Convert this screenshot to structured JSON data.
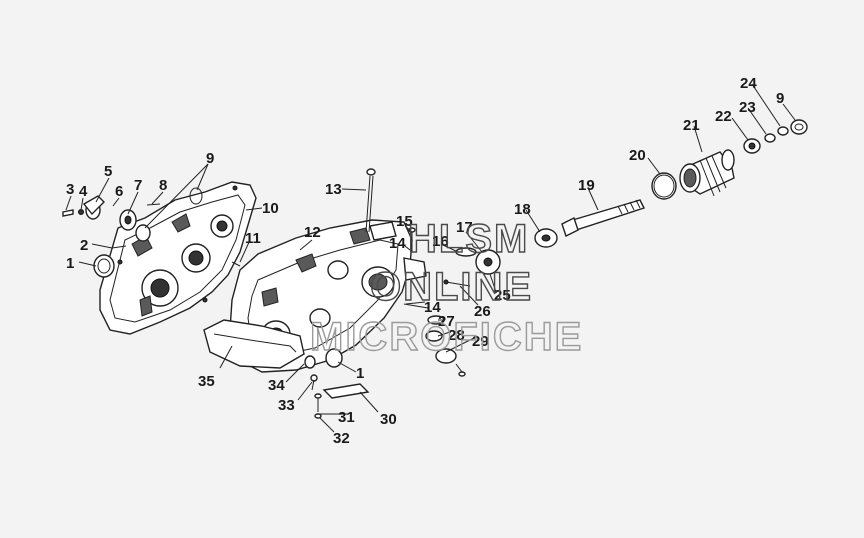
{
  "watermark": {
    "line1": "HLSM",
    "line2": "ONLINE",
    "line3": "MICROFICHE"
  },
  "callouts": {
    "c3": "3",
    "c4": "4",
    "c5": "5",
    "c6": "6",
    "c7": "7",
    "c8": "8",
    "c9a": "9",
    "c10": "10",
    "c11": "11",
    "c2": "2",
    "c1a": "1",
    "c13": "13",
    "c12": "12",
    "c15": "15",
    "c14a": "14",
    "c16": "16",
    "c17": "17",
    "c14b": "14",
    "c26": "26",
    "c25": "25",
    "c27": "27",
    "c28": "28",
    "c29": "29",
    "c18": "18",
    "c19": "19",
    "c20": "20",
    "c21": "21",
    "c22": "22",
    "c23": "23",
    "c24": "24",
    "c9b": "9",
    "c35": "35",
    "c34": "34",
    "c33": "33",
    "c1b": "1",
    "c31": "31",
    "c30": "30",
    "c32": "32"
  },
  "colors": {
    "background": "#f3f3f3",
    "ink": "#222222",
    "watermark": "#4a4a4a"
  }
}
